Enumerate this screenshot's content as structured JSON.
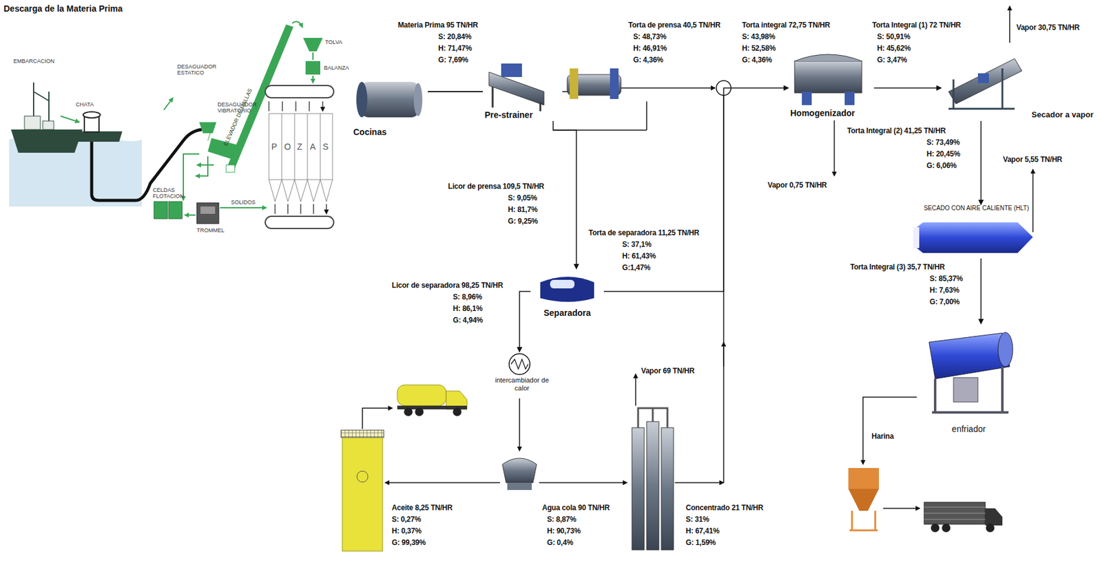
{
  "diagram": {
    "title": "Descarga de la Materia Prima",
    "nodes": [
      {
        "text": [
          "Cocinas"
        ]
      },
      {
        "text": [
          "Pre-strainer"
        ]
      },
      {
        "text": [
          "Homogenizador"
        ]
      },
      {
        "text": [
          "Secador a vapor"
        ]
      },
      {
        "text": [
          "SECADO CON AIRE CALIENTE (HLT)"
        ]
      },
      {
        "text": [
          "enfriador"
        ]
      },
      {
        "text": [
          "Separadora"
        ]
      },
      {
        "text": [
          "intercambiador de calor"
        ]
      }
    ],
    "edges": [
      {
        "from": 0,
        "to": 1,
        "arrow": "none"
      },
      {
        "from": 1,
        "to": 6,
        "arrow": "to"
      },
      {
        "from": 6,
        "to": 2,
        "arrow": "to"
      },
      {
        "from": 2,
        "to": 3,
        "arrow": "to"
      },
      {
        "from": 3,
        "to": 4,
        "arrow": "to"
      },
      {
        "from": 4,
        "to": 5,
        "arrow": "to"
      },
      {
        "from": 6,
        "to": 7,
        "arrow": "to"
      }
    ],
    "labels": [
      "EMBARCACION",
      "CHATA",
      "DESAGUADOR ESTATICO",
      "DESAGUADOR VIBRATORIO",
      "ELEVADOR DE MALLAS",
      "TOLVA",
      "BALANZA",
      "CELDAS FLOTACION",
      "TROMMEL",
      "SOLIDOS",
      "P",
      "O",
      "Z",
      "A",
      "S",
      "Materia Prima  95 TN/HR",
      "S: 20,84%",
      "H: 71,47%",
      "G: 7,69%",
      "Torta de prensa 40,5 TN/HR",
      "S: 48,73%",
      "H: 46,91%",
      "G: 4,36%",
      "Torta integral 72,75 TN/HR",
      "S: 43,98%",
      "H: 52,58%",
      "G: 4,36%",
      "Torta Integral (1) 72 TN/HR",
      "S: 50,91%",
      "H: 45,62%",
      "G: 3,47%",
      "Vapor 30,75 TN/HR",
      "Torta Integral (2) 41,25 TN/HR",
      "S: 73,49%",
      "H: 20,45%",
      "G: 6,06%",
      "Vapor 0,75 TN/HR",
      "Vapor 5,55 TN/HR",
      "Torta Integral (3) 35,7 TN/HR",
      "S: 85,37%",
      "H: 7,63%",
      "G: 7,00%",
      "Licor de prensa 109,5 TN/HR",
      "S: 9,05%",
      "H: 81,7%",
      "G: 9,25%",
      "Torta de separadora 11,25 TN/HR",
      "S: 37,1%",
      "H: 61,43%",
      "G:1,47%",
      "Licor de separadora 98,25 TN/HR",
      "S: 8,96%",
      "H: 86,1%",
      "G: 4,94%",
      "Vapor 69 TN/HR",
      "Aceite 8,25 TN/HR",
      "S: 0,27%",
      "H: 0,37%",
      "G: 99,39%",
      "Agua cola 90 TN/HR",
      "S: 8,87%",
      "H: 90,73%",
      "G: 0,4%",
      "Concentrado 21 TN/HR",
      "S: 31%",
      "H: 67,41%",
      "G: 1,59%",
      "Harina"
    ]
  }
}
